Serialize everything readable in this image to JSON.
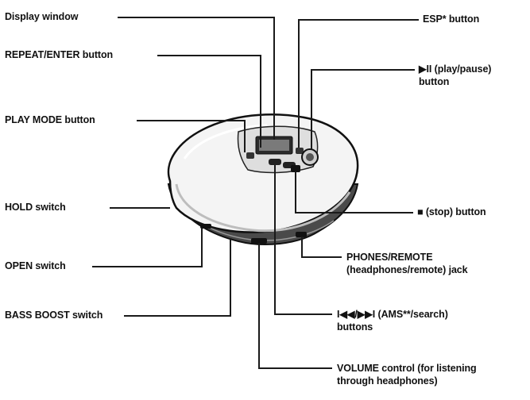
{
  "labels": {
    "display_window": "Display window",
    "repeat_enter": "REPEAT/ENTER button",
    "play_mode": "PLAY MODE button",
    "hold": "HOLD switch",
    "open": "OPEN switch",
    "bass_boost": "BASS BOOST switch",
    "esp": "ESP* button",
    "play_pause_1": "▶II (play/pause)",
    "play_pause_2": "button",
    "stop": "■ (stop) button",
    "phones_1": "PHONES/REMOTE",
    "phones_2": "(headphones/remote) jack",
    "ams_1": "I◀◀/▶▶I (AMS**/search)",
    "ams_2": "buttons",
    "volume_1": "VOLUME control (for listening",
    "volume_2": "through headphones)"
  }
}
